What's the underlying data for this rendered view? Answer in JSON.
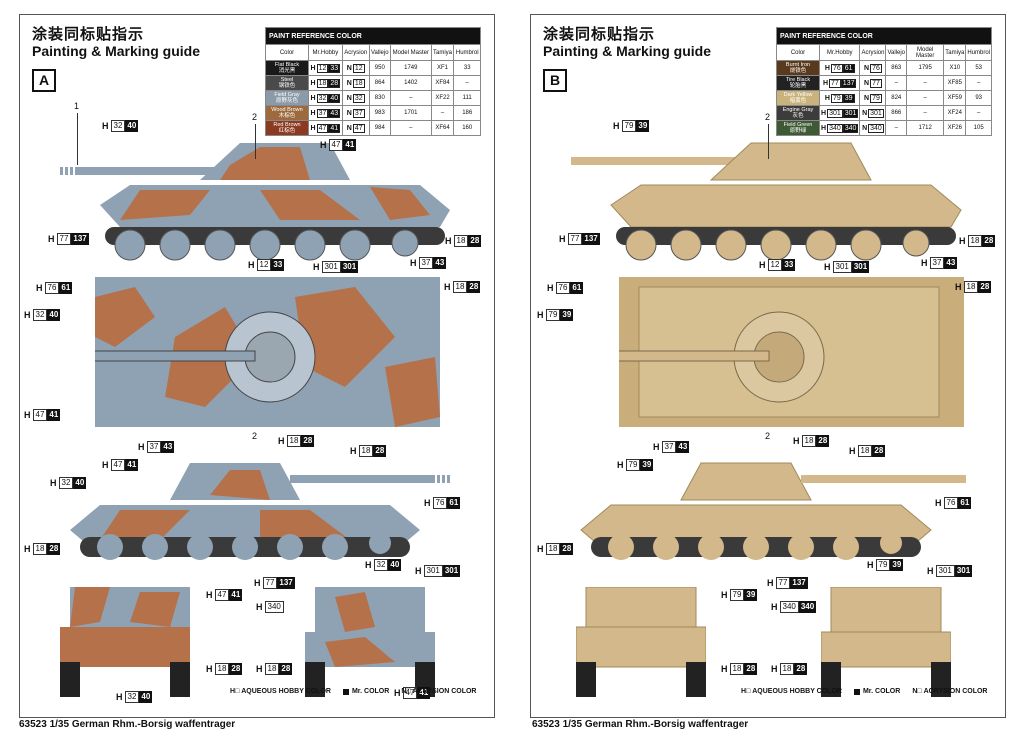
{
  "sheets": [
    {
      "title_cn": "涂装同标贴指示",
      "title_en": "Painting & Marking guide",
      "scheme": "A",
      "table": {
        "header": "PAINT REFERENCE COLOR",
        "columns": [
          "Color",
          "Mr.Hobby",
          "Acrysion",
          "Vallejo",
          "Model Master",
          "Tamiya",
          "Humbrol"
        ],
        "rows": [
          {
            "color_en": "Flat Black",
            "color_cn": "消光黑",
            "swatch": "#1a1a1a",
            "hobby_a": "12",
            "hobby_b": "33",
            "acrysion": "12",
            "vallejo": "950",
            "model_master": "1749",
            "tamiya": "XF1",
            "humbrol": "33"
          },
          {
            "color_en": "Steel",
            "color_cn": "钢铁色",
            "swatch": "#4a4a4a",
            "hobby_a": "18",
            "hobby_b": "28",
            "acrysion": "18",
            "vallejo": "864",
            "model_master": "1402",
            "tamiya": "XF84",
            "humbrol": "–"
          },
          {
            "color_en": "Field Gray",
            "color_cn": "原野灰色",
            "swatch": "#8a9aa8",
            "hobby_a": "32",
            "hobby_b": "40",
            "acrysion": "32",
            "vallejo": "830",
            "model_master": "–",
            "tamiya": "XF22",
            "humbrol": "111"
          },
          {
            "color_en": "Wood Brown",
            "color_cn": "木棕色",
            "swatch": "#9c6a3c",
            "hobby_a": "37",
            "hobby_b": "43",
            "acrysion": "37",
            "vallejo": "983",
            "model_master": "1701",
            "tamiya": "–",
            "humbrol": "186"
          },
          {
            "color_en": "Red Brown",
            "color_cn": "红棕色",
            "swatch": "#8c3a22",
            "hobby_a": "47",
            "hobby_b": "41",
            "acrysion": "47",
            "vallejo": "984",
            "model_master": "–",
            "tamiya": "XF64",
            "humbrol": "160"
          }
        ]
      },
      "labels": [
        {
          "h": "H",
          "a": "32",
          "b": "40"
        },
        {
          "h": "H",
          "a": "47",
          "b": "41"
        },
        {
          "h": "H",
          "a": "77",
          "b": "137"
        },
        {
          "h": "H",
          "a": "18",
          "b": "28"
        },
        {
          "h": "H",
          "a": "12",
          "b": "33"
        },
        {
          "h": "H",
          "a": "301",
          "b": "301"
        },
        {
          "h": "H",
          "a": "37",
          "b": "43"
        },
        {
          "h": "H",
          "a": "76",
          "b": "61"
        },
        {
          "h": "H",
          "a": "18",
          "b": "28"
        },
        {
          "h": "H",
          "a": "32",
          "b": "40"
        },
        {
          "h": "H",
          "a": "47",
          "b": "41"
        },
        {
          "h": "H",
          "a": "37",
          "b": "43"
        },
        {
          "h": "H",
          "a": "18",
          "b": "28"
        },
        {
          "h": "H",
          "a": "18",
          "b": "28"
        },
        {
          "h": "H",
          "a": "47",
          "b": "41"
        },
        {
          "h": "H",
          "a": "32",
          "b": "40"
        },
        {
          "h": "H",
          "a": "76",
          "b": "61"
        },
        {
          "h": "H",
          "a": "18",
          "b": "28"
        },
        {
          "h": "H",
          "a": "77",
          "b": "137"
        },
        {
          "h": "H",
          "a": "32",
          "b": "40"
        },
        {
          "h": "H",
          "a": "301",
          "b": "301"
        },
        {
          "h": "H",
          "a": "47",
          "b": "41"
        },
        {
          "h": "H",
          "a": "340",
          "b": ""
        },
        {
          "h": "H",
          "a": "18",
          "b": "28"
        },
        {
          "h": "H",
          "a": "18",
          "b": "28"
        },
        {
          "h": "H",
          "a": "32",
          "b": "40"
        },
        {
          "h": "H",
          "a": "47",
          "b": "41"
        }
      ],
      "callouts": [
        "1",
        "2",
        "2"
      ]
    },
    {
      "title_cn": "涂装同标贴指示",
      "title_en": "Painting & Marking guide",
      "scheme": "B",
      "table": {
        "header": "PAINT REFERENCE COLOR",
        "columns": [
          "Color",
          "Mr.Hobby",
          "Acrysion",
          "Vallejo",
          "Model Master",
          "Tamiya",
          "Humbrol"
        ],
        "rows": [
          {
            "color_en": "Burnt Iron",
            "color_cn": "烧铁色",
            "swatch": "#5a3a1c",
            "hobby_a": "76",
            "hobby_b": "61",
            "acrysion": "76",
            "vallejo": "863",
            "model_master": "1795",
            "tamiya": "X10",
            "humbrol": "53"
          },
          {
            "color_en": "Tire Black",
            "color_cn": "轮胎黑",
            "swatch": "#222222",
            "hobby_a": "77",
            "hobby_b": "137",
            "acrysion": "77",
            "vallejo": "–",
            "model_master": "–",
            "tamiya": "XF85",
            "humbrol": "–"
          },
          {
            "color_en": "Dark Yellow",
            "color_cn": "暗黄色",
            "swatch": "#c9b27c",
            "hobby_a": "79",
            "hobby_b": "39",
            "acrysion": "79",
            "vallejo": "824",
            "model_master": "–",
            "tamiya": "XF59",
            "humbrol": "93"
          },
          {
            "color_en": "Engine Gray",
            "color_cn": "灰色",
            "swatch": "#3c3c3c",
            "hobby_a": "301",
            "hobby_b": "301",
            "acrysion": "301",
            "vallejo": "866",
            "model_master": "–",
            "tamiya": "XF24",
            "humbrol": "–"
          },
          {
            "color_en": "Field Green",
            "color_cn": "原野绿",
            "swatch": "#3e5a34",
            "hobby_a": "340",
            "hobby_b": "340",
            "acrysion": "340",
            "vallejo": "–",
            "model_master": "1712",
            "tamiya": "XF26",
            "humbrol": "105"
          }
        ]
      },
      "labels": [
        {
          "h": "H",
          "a": "79",
          "b": "39"
        },
        {
          "h": "H",
          "a": "77",
          "b": "137"
        },
        {
          "h": "H",
          "a": "18",
          "b": "28"
        },
        {
          "h": "H",
          "a": "12",
          "b": "33"
        },
        {
          "h": "H",
          "a": "301",
          "b": "301"
        },
        {
          "h": "H",
          "a": "37",
          "b": "43"
        },
        {
          "h": "H",
          "a": "76",
          "b": "61"
        },
        {
          "h": "H",
          "a": "18",
          "b": "28"
        },
        {
          "h": "H",
          "a": "79",
          "b": "39"
        },
        {
          "h": "H",
          "a": "37",
          "b": "43"
        },
        {
          "h": "H",
          "a": "18",
          "b": "28"
        },
        {
          "h": "H",
          "a": "18",
          "b": "28"
        },
        {
          "h": "H",
          "a": "79",
          "b": "39"
        },
        {
          "h": "H",
          "a": "76",
          "b": "61"
        },
        {
          "h": "H",
          "a": "18",
          "b": "28"
        },
        {
          "h": "H",
          "a": "77",
          "b": "137"
        },
        {
          "h": "H",
          "a": "79",
          "b": "39"
        },
        {
          "h": "H",
          "a": "79",
          "b": "39"
        },
        {
          "h": "H",
          "a": "301",
          "b": "301"
        },
        {
          "h": "H",
          "a": "340",
          "b": "340"
        },
        {
          "h": "H",
          "a": "18",
          "b": "28"
        },
        {
          "h": "H",
          "a": "18",
          "b": "28"
        }
      ],
      "callouts": [
        "2",
        "2"
      ]
    }
  ],
  "legend": {
    "aqueous": "AQUEOUS HOBBY COLOR",
    "mr": "Mr. COLOR",
    "acrysion": "ACRYSION COLOR",
    "h_prefix": "H",
    "n_prefix": "N"
  },
  "footer": "63523 1/35  German Rhm.-Borsig waffentrager",
  "colors": {
    "gray": "#8fa2b3",
    "brown": "#b5714a",
    "sand": "#d2b88a",
    "track": "#3a3a3a"
  }
}
